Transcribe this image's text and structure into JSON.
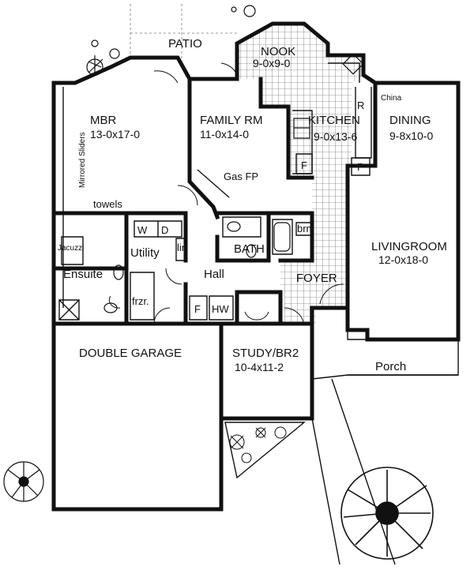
{
  "plan": {
    "rooms": {
      "patio": {
        "name": "PATIO"
      },
      "nook": {
        "name": "NOOK",
        "dims": "9-0x9-0"
      },
      "mbr": {
        "name": "MBR",
        "dims": "13-0x17-0"
      },
      "family": {
        "name": "FAMILY RM",
        "dims": "11-0x14-0"
      },
      "kitchen": {
        "name": "KITCHEN",
        "dims": "9-0x13-6"
      },
      "dining": {
        "name": "DINING",
        "dims": "9-8x10-0"
      },
      "living": {
        "name": "LIVINGROOM",
        "dims": "12-0x18-0"
      },
      "bath": {
        "name": "BATH"
      },
      "utility": {
        "name": "Utility"
      },
      "hall": {
        "name": "Hall"
      },
      "foyer": {
        "name": "FOYER"
      },
      "ensuite": {
        "name": "Ensuite"
      },
      "garage": {
        "name": "DOUBLE GARAGE"
      },
      "study": {
        "name": "STUDY/BR2",
        "dims": "10-4x11-2"
      },
      "porch": {
        "name": "Porch"
      }
    },
    "fixtures": {
      "china": "China",
      "gas_fp": "Gas FP",
      "towels": "towels",
      "mirrored_sliders": "Mirrored Sliders",
      "jacuzzi": "Jacuzzi",
      "washer": "W",
      "dryer": "D",
      "linen": "lin",
      "freezer": "frzr.",
      "broom": "brm",
      "fridge": "R",
      "pantry": "P",
      "cabinet_kitchen": "F",
      "cabinet_hall": "F",
      "water_heater": "HW"
    }
  }
}
